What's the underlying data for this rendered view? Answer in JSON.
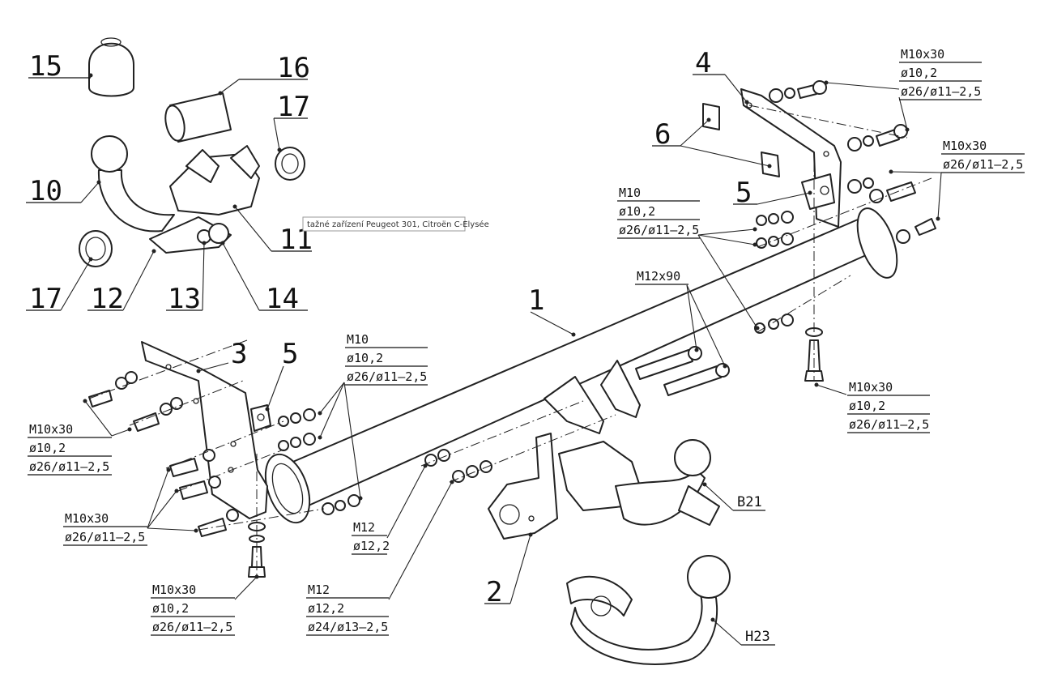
{
  "tooltip": "tažné zařízení Peugeot 301, Citroën C-Elysée",
  "part_numbers": {
    "p1": "1",
    "p2": "2",
    "p3": "3",
    "p4": "4",
    "p5a": "5",
    "p5b": "5",
    "p6": "6",
    "p10": "10",
    "p11": "11",
    "p12": "12",
    "p13": "13",
    "p14": "14",
    "p15": "15",
    "p16": "16",
    "p17a": "17",
    "p17b": "17"
  },
  "ball_types": {
    "b21": "B21",
    "h23": "H23"
  },
  "specs": {
    "top_right": [
      "M10x30",
      "ø10,2",
      "ø26/ø11–2,5"
    ],
    "right_washer": [
      "M10x30",
      "ø26/ø11–2,5"
    ],
    "mid_right": [
      "M10",
      "ø10,2",
      "ø26/ø11–2,5"
    ],
    "m12x90": [
      "M12x90"
    ],
    "bottom_right": [
      "M10x30",
      "ø10,2",
      "ø26/ø11–2,5"
    ],
    "left_m10": [
      "M10",
      "ø10,2",
      "ø26/ø11–2,5"
    ],
    "left_m10x30": [
      "M10x30",
      "ø10,2",
      "ø26/ø11–2,5"
    ],
    "left_m10x30_b": [
      "M10x30",
      "ø26/ø11–2,5"
    ],
    "bottom_left": [
      "M10x30",
      "ø10,2",
      "ø26/ø11–2,5"
    ],
    "m12_small": [
      "M12",
      "ø12,2"
    ],
    "m12_bottom": [
      "M12",
      "ø12,2",
      "ø24/ø13–2,5"
    ]
  }
}
